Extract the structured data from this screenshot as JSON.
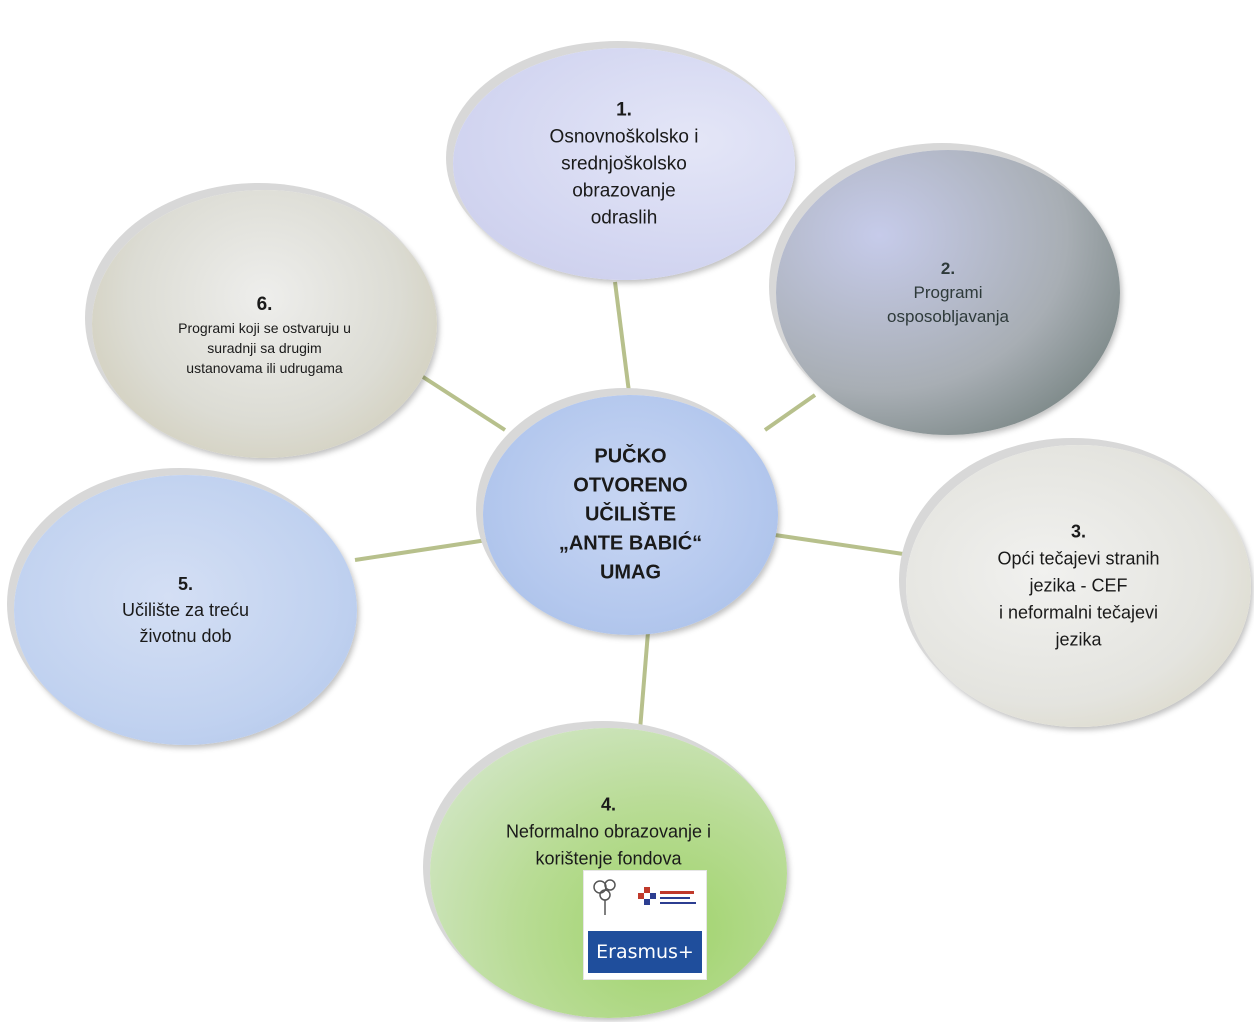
{
  "center": {
    "lines": "PUČKO\nOTVORENO\nUČILIŠTE\n„ANTE BABIĆ“\nUMAG"
  },
  "nodes": [
    {
      "id": "1",
      "number": "1.",
      "label": "Osnovnoškolsko i\nsrednjoškolsko\nobrazovanje\nodraslih"
    },
    {
      "id": "2",
      "number": "2.",
      "label": "Programi\nosposobljavanja"
    },
    {
      "id": "3",
      "number": "3.",
      "label": "Opći tečajevi stranih\njezika  - CEF\ni neformalni tečajevi\njezika"
    },
    {
      "id": "4",
      "number": "4.",
      "label": "Neformalno obrazovanje i\nkorištenje fondova"
    },
    {
      "id": "5",
      "number": "5.",
      "label": "Učilište za treću\nživotnu dob"
    },
    {
      "id": "6",
      "number": "6.",
      "label": "Programi koji se ostvaruju u\nsuradnji sa drugim\nustanovama ili udrugama"
    }
  ],
  "logos": {
    "erasmus": "Erasmus+"
  },
  "colors": {
    "connector": "#b7c08c"
  }
}
